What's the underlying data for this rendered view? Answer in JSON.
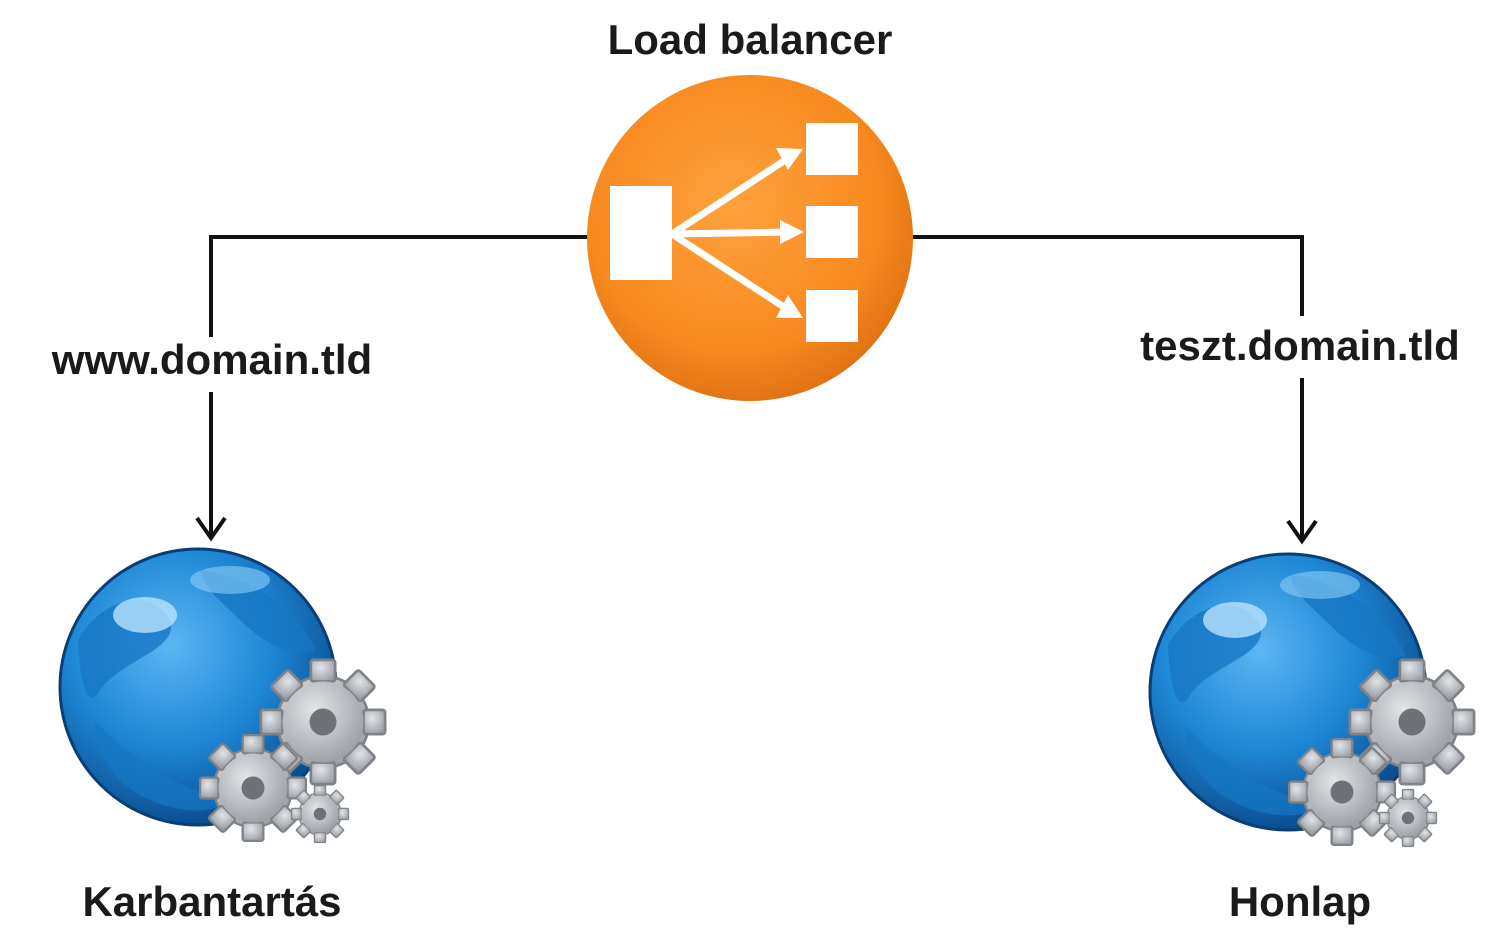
{
  "diagram": {
    "title": "Load balancer",
    "left_branch": {
      "route_label": "www.domain.tld",
      "target_label": "Karbantartás"
    },
    "right_branch": {
      "route_label": "teszt.domain.tld",
      "target_label": "Honlap"
    }
  },
  "colors": {
    "load_balancer": "#f7891e",
    "load_balancer_shadow": "#e0701a",
    "globe": "#1e88d6",
    "globe_dark": "#0d5ea8",
    "gear": "#b9bcc0",
    "line": "#111111"
  },
  "icons": {
    "load_balancer": "load-balancer-icon",
    "globe_with_gears": "web-server-icon"
  }
}
